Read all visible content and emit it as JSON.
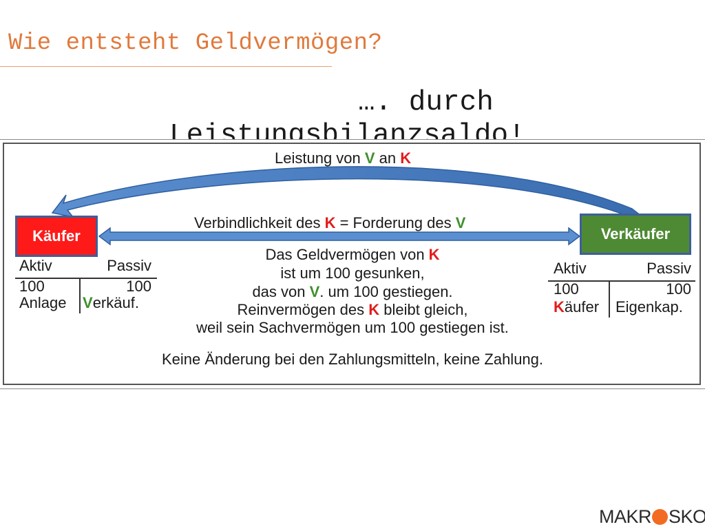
{
  "slide": {
    "title": "Wie entsteht Geldvermögen?",
    "subtitle_line1": "…. durch",
    "subtitle_line2": "Leistungsbilanzsaldo!"
  },
  "diagram": {
    "top_arrow": {
      "pre": "Leistung von ",
      "v": "V",
      "mid": " an ",
      "k": "K"
    },
    "middle_arrow": {
      "pre": "Verbindlichkeit des ",
      "k": "K",
      "mid": " = Forderung des ",
      "v": "V"
    },
    "buyer_box": "Käufer",
    "seller_box": "Verkäufer",
    "buyer_account": {
      "aktiv": "Aktiv",
      "passiv": "Passiv",
      "left_value": "100",
      "right_value": "100",
      "left_label": "Anlage",
      "right_label_accent": "V",
      "right_label_rest": "erkäuf."
    },
    "seller_account": {
      "aktiv": "Aktiv",
      "passiv": "Passiv",
      "left_value": "100",
      "right_value": "100",
      "left_label_accent": "K",
      "left_label_rest": "äufer",
      "right_label": "Eigenkap."
    },
    "explanation": {
      "l1_pre": "Das Geldvermögen von ",
      "l1_k": "K",
      "l2": "ist um 100 gesunken,",
      "l3_pre": "das von ",
      "l3_v": "V",
      "l3_post": ". um 100 gestiegen.",
      "l4_pre": "Reinvermögen des ",
      "l4_k": "K",
      "l4_post": " bleibt gleich,",
      "l5": "weil sein Sachvermögen um 100 gestiegen ist."
    },
    "footer": "Keine Änderung bei den Zahlungsmitteln, keine Zahlung."
  },
  "logo": {
    "left": "MAKR",
    "right": "SKOP"
  },
  "colors": {
    "title": "#e07a3c",
    "red": "#e31b1b",
    "green": "#3f8f2d",
    "arrow": "#4a7fc0",
    "logo_dot": "#f26b22"
  }
}
